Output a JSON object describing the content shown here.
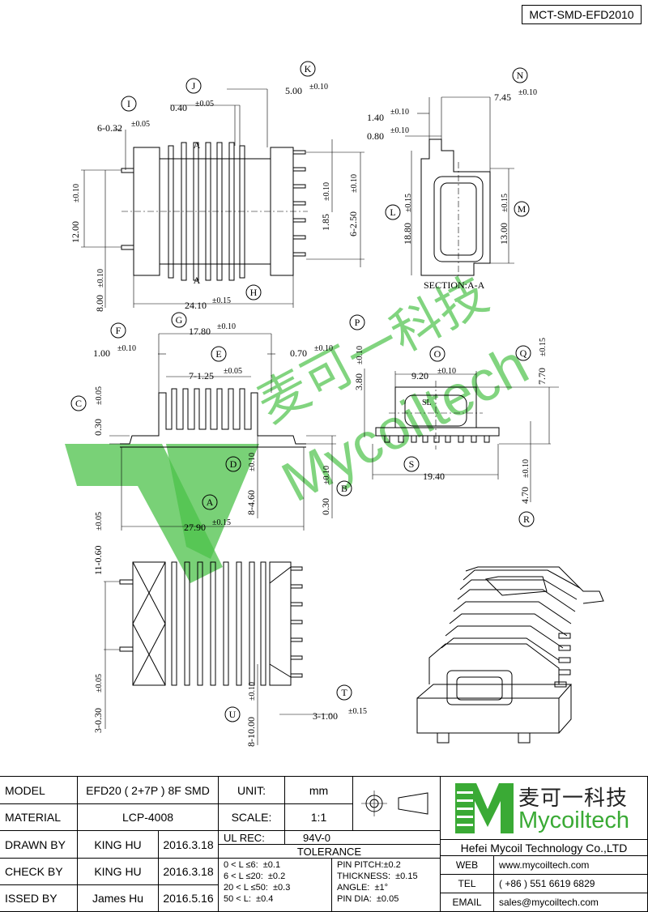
{
  "drawing_code": "MCT-SMD-EFD2010",
  "balloons": [
    "I",
    "J",
    "K",
    "N",
    "L",
    "M",
    "H",
    "F",
    "G",
    "E",
    "O",
    "P",
    "Q",
    "C",
    "D",
    "A",
    "B",
    "S",
    "R",
    "T",
    "U"
  ],
  "dimensions": {
    "I": "6-0.32",
    "I_tol": "±0.05",
    "J": "0.40",
    "J_tol": "±0.05",
    "K": "5.00",
    "K_tol": "±0.10",
    "left_height": "12.00",
    "left_height_tol": "±0.10",
    "left_pitch": "8.00",
    "left_pitch_tol": "±0.10",
    "pin_pitch_1": "1.85",
    "pin_pitch_1_tol": "±0.10",
    "pin_pitch_2": "6-2.50",
    "pin_pitch_2_tol": "±0.10",
    "H": "24.10",
    "H_tol": "±0.15",
    "N1": "1.40",
    "N1_tol": "±0.10",
    "N2": "0.80",
    "N2_tol": "±0.10",
    "N": "7.45",
    "N_tol": "±0.10",
    "L": "18.80",
    "L_tol": "±0.15",
    "M": "13.00",
    "M_tol": "±0.15",
    "section": "SECTION:A-A",
    "section_mark": "A",
    "F": "1.00",
    "F_tol": "±0.10",
    "G": "17.80",
    "G_tol": "±0.10",
    "E": "7-1.25",
    "E_tol": "±0.05",
    "E2": "0.70",
    "E2_tol": "±0.10",
    "C": "0.30",
    "C_tol": "±0.05",
    "D": "8-4.60",
    "D_tol": "±0.10",
    "B": "0.30",
    "B_tol": "±0.10",
    "A": "27.90",
    "A_tol": "±0.15",
    "P": "3.80",
    "P_tol": "±0.10",
    "O": "9.20",
    "O_tol": "±0.10",
    "Q": "7.70",
    "Q_tol": "±0.15",
    "SL": "SL",
    "S": "19.40",
    "R": "4.70",
    "R_tol": "±0.10",
    "U1": "11-0.60",
    "U1_tol": "±0.05",
    "U2": "3-0.30",
    "U2_tol": "±0.05",
    "U": "8-10.00",
    "U_tol": "±0.10",
    "T": "3-1.00",
    "T_tol": "±0.15"
  },
  "watermark": {
    "cn": "麦可一科技",
    "en": "Mycoiltech"
  },
  "title_block": {
    "model_label": "MODEL",
    "model_value": "EFD20 ( 2+7P ) 8F SMD",
    "material_label": "MATERIAL",
    "material_value": "LCP-4008",
    "drawn_label": "DRAWN BY",
    "drawn_name": "KING HU",
    "drawn_date": "2016.3.18",
    "check_label": "CHECK BY",
    "check_name": "KING HU",
    "check_date": "2016.3.18",
    "issued_label": "ISSED BY",
    "issued_name": "James Hu",
    "issued_date": "2016.5.16",
    "unit_label": "UNIT:",
    "unit_value": "mm",
    "scale_label": "SCALE:",
    "scale_value": "1:1",
    "ulrec_label": "UL REC:",
    "ulrec_value": "94V-0",
    "tolerance_label": "TOLERANCE",
    "tol_1": "0 < L ≤6:  ±0.1",
    "tol_2": "6 < L ≤20:  ±0.2",
    "tol_3": "20 < L ≤50:  ±0.3",
    "tol_4": "50 < L:  ±0.4",
    "pin_pitch": "PIN PITCH:±0.2",
    "thickness": "THICKNESS:  ±0.15",
    "angle": "ANGLE:  ±1°",
    "pin_dia": "PIN DIA:  ±0.05",
    "brand_cn": "麦可一科技",
    "brand_en": "Mycoiltech",
    "company": "Hefei Mycoil Technology Co.,LTD",
    "web_label": "WEB",
    "web_value": "www.mycoiltech.com",
    "tel_label": "TEL",
    "tel_value": "( +86 ) 551 6619 6829",
    "email_label": "EMAIL",
    "email_value": "sales@mycoiltech.com",
    "brand_color": "#3aaa35"
  }
}
